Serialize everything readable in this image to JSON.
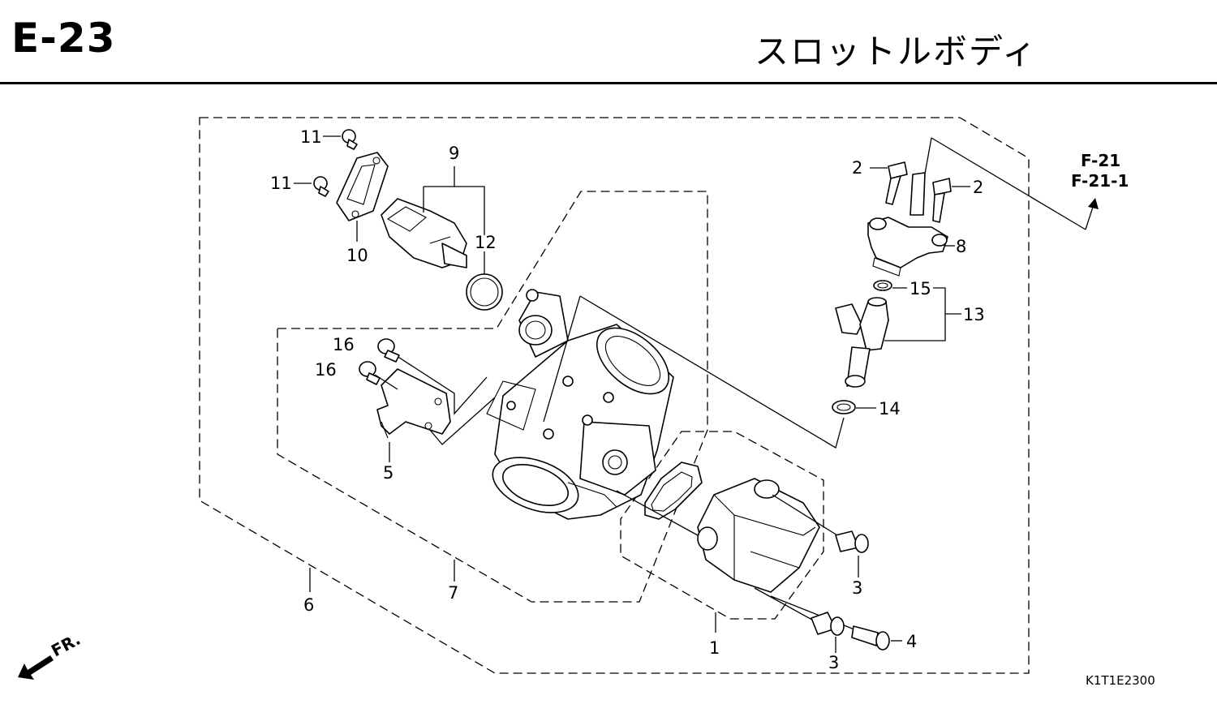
{
  "header": {
    "page_code": "E-23",
    "title": "スロットルボディ"
  },
  "references": [
    "F-21",
    "F-21-1"
  ],
  "direction_marker": "FR.",
  "diagram_code": "K1T1E2300",
  "callouts": {
    "c1": "1",
    "c2a": "2",
    "c2b": "2",
    "c3a": "3",
    "c3b": "3",
    "c4": "4",
    "c5": "5",
    "c6": "6",
    "c7": "7",
    "c8": "8",
    "c9": "9",
    "c10": "10",
    "c11a": "11",
    "c11b": "11",
    "c12": "12",
    "c13": "13",
    "c14": "14",
    "c15": "15",
    "c16a": "16",
    "c16b": "16"
  },
  "icons": {
    "fr_arrow": "front-direction-arrow",
    "ref_arrow": "reference-arrow"
  }
}
